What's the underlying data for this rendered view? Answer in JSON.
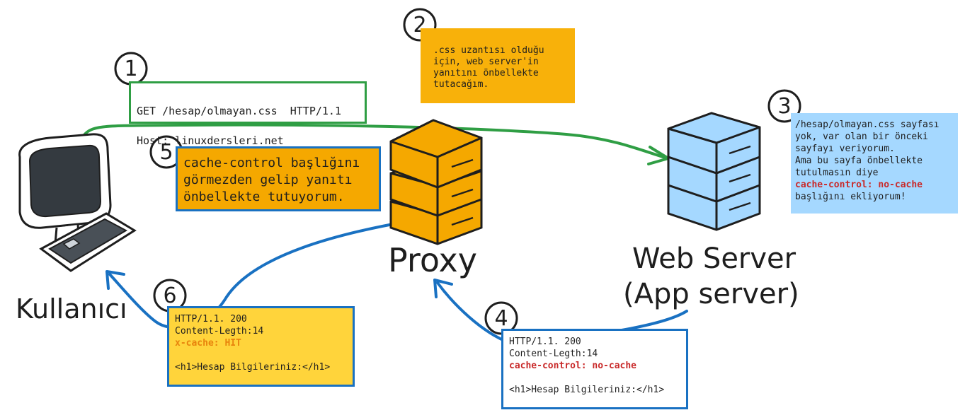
{
  "step1": {
    "number": "1",
    "request_line": "GET /hesap/olmayan.css  HTTP/1.1",
    "host_line": "Host: linuxdersleri.net"
  },
  "step2": {
    "number": "2",
    "note": ".css uzantısı olduğu\niçin, web server'in\nyanıtını önbellekte\ntutacağım."
  },
  "step3": {
    "number": "3",
    "note_lines": [
      "/hesap/olmayan.css sayfası",
      "yok, var olan bir önceki",
      "sayfayı veriyorum.",
      "Ama bu sayfa önbellekte",
      "tutulmasın diye"
    ],
    "highlight": "cache-control: no-cache",
    "note_tail": "başlığını ekliyorum!"
  },
  "step4": {
    "number": "4",
    "status": "HTTP/1.1. 200",
    "content_length": "Content-Legth:14",
    "header": "cache-control: no-cache",
    "body": "<h1>Hesap Bilgileriniz:</h1>"
  },
  "step5": {
    "number": "5",
    "note": "cache-control başlığını\ngörmezden gelip yanıtı\nönbellekte tutuyorum."
  },
  "step6": {
    "number": "6",
    "status": "HTTP/1.1. 200",
    "content_length": "Content-Legth:14",
    "header": "x-cache: HIT",
    "body": "<h1>Hesap Bilgileriniz:</h1>"
  },
  "labels": {
    "user": "Kullanıcı",
    "proxy": "Proxy",
    "server_line1": "Web Server",
    "server_line2": "(App server)"
  },
  "colors": {
    "green": "#2f9e44",
    "blue": "#1971c2",
    "amber": "#f5a800",
    "amber_note": "#f8b10a",
    "yellow": "#ffd43b",
    "light_blue": "#a5d8ff",
    "server_fill": "#a5d8ff",
    "proxy_fill": "#f5a800",
    "red": "#c92a2a"
  }
}
